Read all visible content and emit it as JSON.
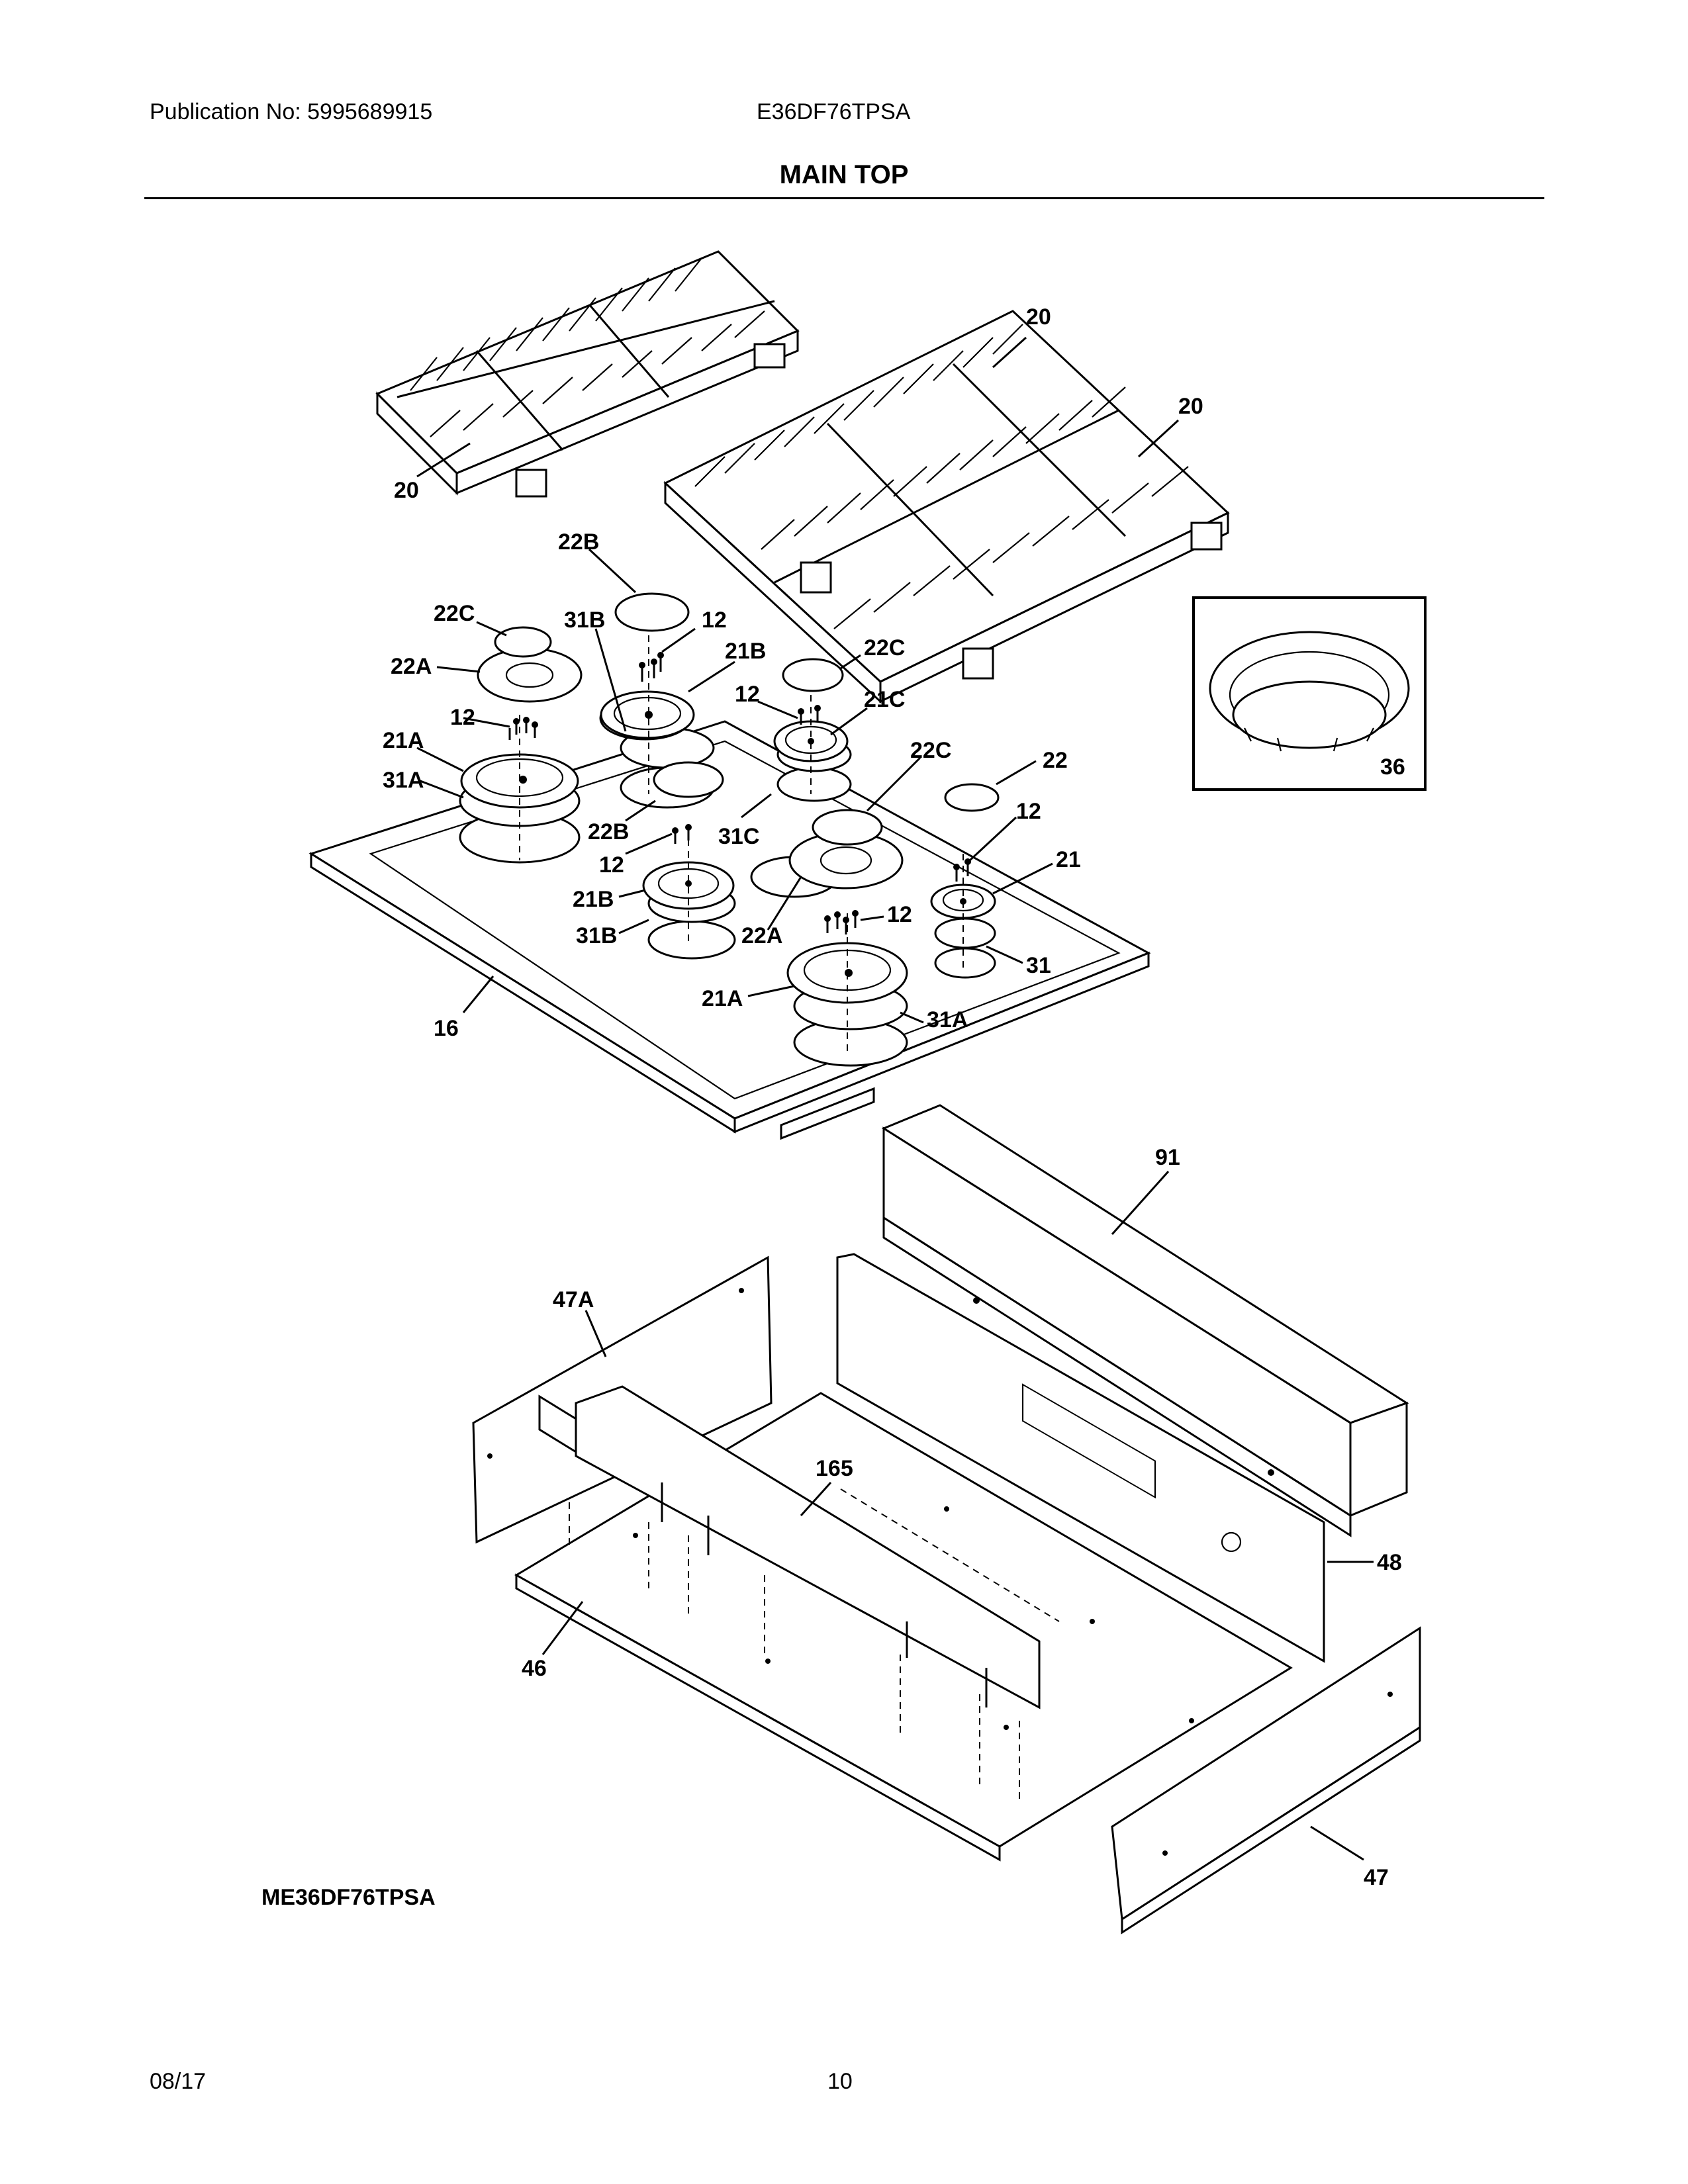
{
  "header": {
    "publication": "Publication No: 5995689915",
    "model": "E36DF76TPSA",
    "section_title": "MAIN TOP"
  },
  "footer": {
    "diagram_code": "ME36DF76TPSA",
    "date": "08/17",
    "page": "10"
  },
  "callouts": {
    "grate_left": "20",
    "grate_mid_top": "20",
    "grate_mid_right": "20",
    "cap_22b_top": "22B",
    "cap_22c_left": "22C",
    "ring_22a_left": "22A",
    "ring_31b_top": "31B",
    "screw_12_top": "12",
    "head_21b_top": "21B",
    "cap_22c_mid": "22C",
    "screw_12_mid": "12",
    "head_21c": "21C",
    "screw_12_left": "12",
    "head_21a_left": "21A",
    "ring_31a_left": "31A",
    "cap_22c_right": "22C",
    "cap_22": "22",
    "ring_22b_low": "22B",
    "ring_31c": "31C",
    "screw_12_low": "12",
    "screw_12_right": "12",
    "head_21": "21",
    "head_21b_low": "21B",
    "ring_31b_low": "31B",
    "ring_22a_mid": "22A",
    "screw_12_front": "12",
    "ring_31": "31",
    "head_21a_front": "21A",
    "ring_31a_front": "31A",
    "cooktop_16": "16",
    "inset_36": "36",
    "panel_91": "91",
    "bracket_47a": "47A",
    "panel_165": "165",
    "panel_48": "48",
    "pan_46": "46",
    "bracket_47": "47"
  }
}
